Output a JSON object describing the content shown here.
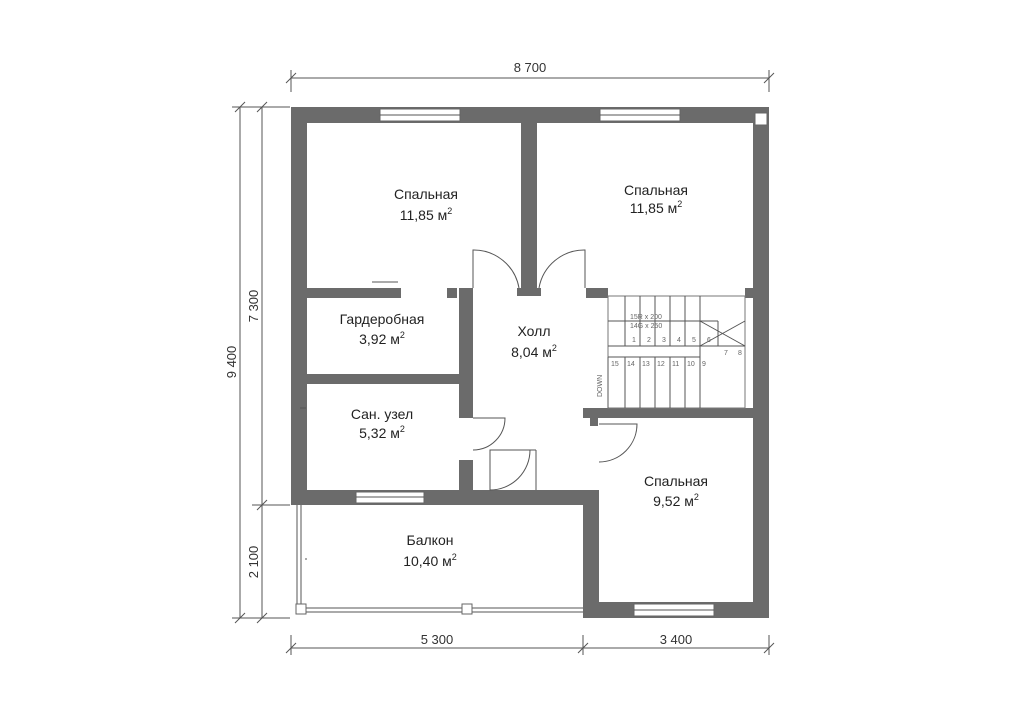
{
  "dimensions": {
    "top_total": "8 700",
    "left_total": "9 400",
    "left_upper": "7 300",
    "left_lower": "2 100",
    "bottom_left": "5 300",
    "bottom_right": "3 400"
  },
  "rooms": {
    "bedroom_top_left": {
      "name": "Спальная",
      "area": "11,85",
      "unit": "м",
      "sup": "2"
    },
    "bedroom_top_right": {
      "name": "Спальная",
      "area": "11,85",
      "unit": "м",
      "sup": "2"
    },
    "wardrobe": {
      "name": "Гардеробная",
      "area": "3,92",
      "unit": "м",
      "sup": "2"
    },
    "hall": {
      "name": "Холл",
      "area": "8,04",
      "unit": "м",
      "sup": "2"
    },
    "bathroom": {
      "name": "Сан. узел",
      "area": "5,32",
      "unit": "м",
      "sup": "2"
    },
    "bedroom_bottom_right": {
      "name": "Спальная",
      "area": "9,52",
      "unit": "м",
      "sup": "2"
    },
    "balcony": {
      "name": "Балкон",
      "area": "10,40",
      "unit": "м",
      "sup": "2"
    }
  },
  "stairs": {
    "spec_line1": "15R x 200",
    "spec_line2": "14G x 250",
    "down_label": "DOWN",
    "step_numbers_top": [
      "1",
      "2",
      "3",
      "4",
      "5",
      "6",
      "7",
      "8"
    ],
    "step_numbers_bottom": [
      "15",
      "14",
      "13",
      "12",
      "11",
      "10",
      "9"
    ]
  }
}
